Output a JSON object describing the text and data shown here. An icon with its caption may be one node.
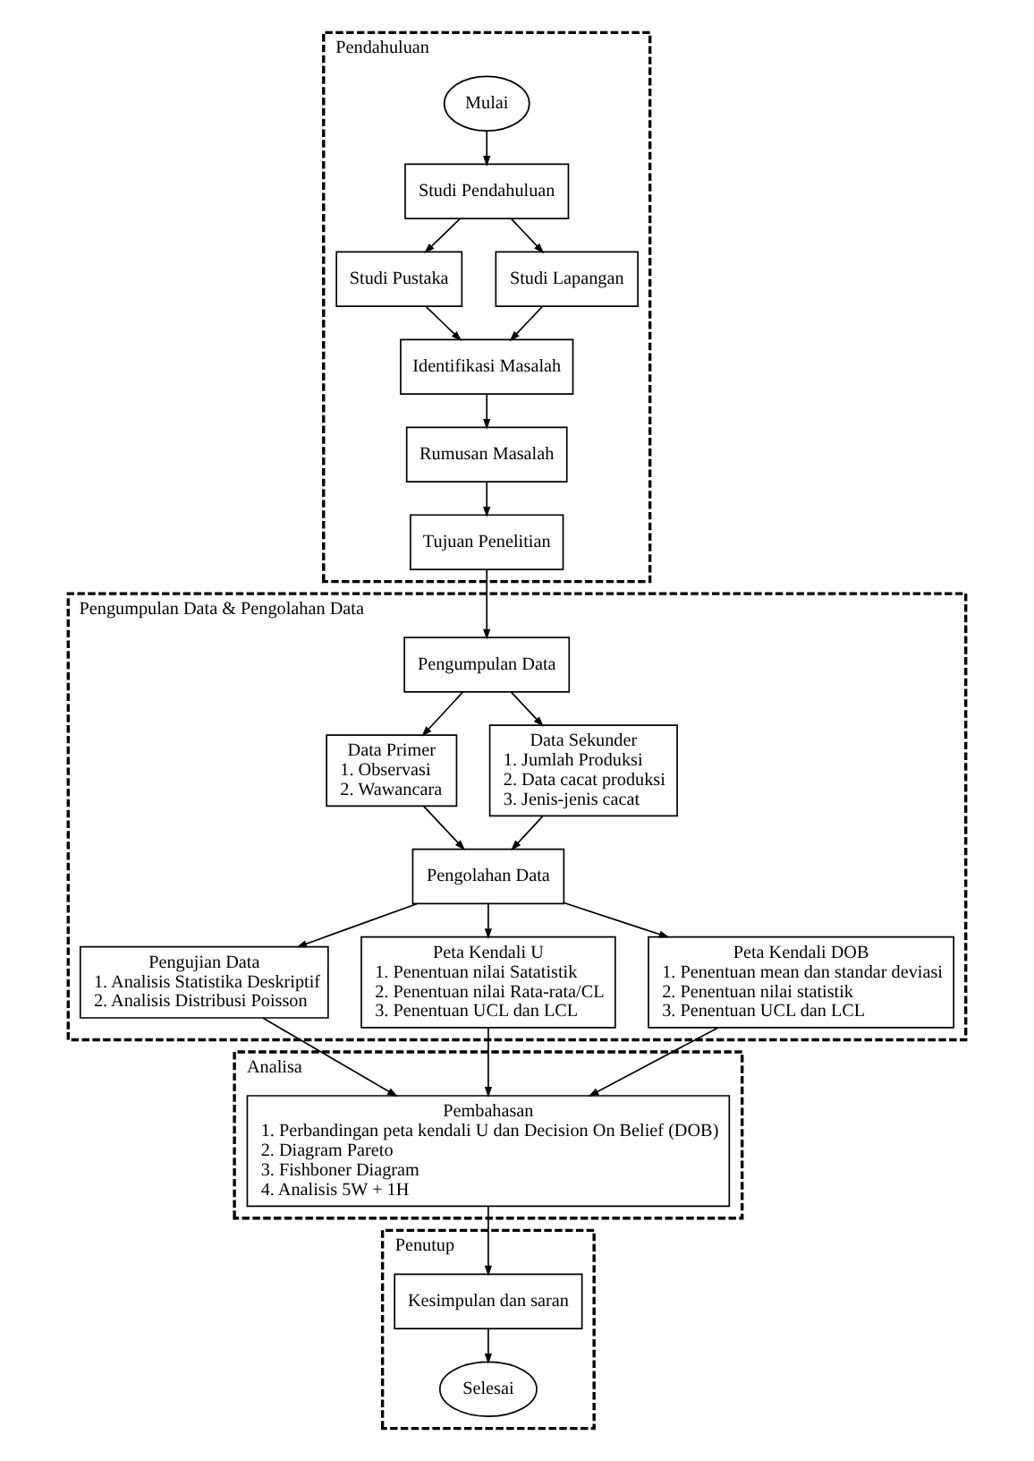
{
  "diagram": {
    "nodes": [
      {
        "text": [
          "Pendahuluan"
        ]
      },
      {
        "text": [
          "Mulai"
        ],
        "in": 0
      },
      {
        "text": [
          "Studi Pendahuluan"
        ],
        "in": 0
      },
      {
        "text": [
          "Studi Pustaka"
        ],
        "in": 0
      },
      {
        "text": [
          "Studi Lapangan"
        ],
        "in": 0
      },
      {
        "text": [
          "Identifikasi Masalah"
        ],
        "in": 0
      },
      {
        "text": [
          "Rumusan Masalah"
        ],
        "in": 0
      },
      {
        "text": [
          "Tujuan Penelitian"
        ],
        "in": 0
      },
      {
        "text": [
          "Pengumpulan Data & Pengolahan Data"
        ]
      },
      {
        "text": [
          "Pengumpulan Data"
        ],
        "in": 8
      },
      {
        "text": [
          "Data Primer",
          "1. Observasi",
          "2. Wawancara"
        ],
        "in": 8
      },
      {
        "text": [
          "Data Sekunder",
          "1. Jumlah Produksi",
          "2. Data cacat produksi",
          "3. Jenis-jenis cacat"
        ],
        "in": 8
      },
      {
        "text": [
          "Pengolahan Data"
        ],
        "in": 8
      },
      {
        "text": [
          "Pengujian Data",
          "1. Analisis Statistika Deskriptif",
          "2. Analisis Distribusi Poisson"
        ],
        "in": 8
      },
      {
        "text": [
          "Peta Kendali U",
          "1. Penentuan nilai Satatistik",
          "2. Penentuan nilai Rata-rata/CL",
          "3. Penentuan UCL dan LCL"
        ],
        "in": 8
      },
      {
        "text": [
          "Peta Kendali DOB",
          "1. Penentuan mean dan standar deviasi",
          "2. Penentuan nilai statistik",
          "3. Penentuan UCL dan LCL"
        ],
        "in": 8
      },
      {
        "text": [
          "Analisa"
        ]
      },
      {
        "text": [
          "Pembahasan",
          "1. Perbandingan peta kendali U dan Decision On Belief (DOB)",
          "2. Diagram Pareto",
          "3. Fishboner Diagram",
          "4. Analisis 5W + 1H"
        ],
        "in": 16
      },
      {
        "text": [
          "Penutup"
        ]
      },
      {
        "text": [
          "Kesimpulan dan saran"
        ],
        "in": 18
      },
      {
        "text": [
          "Selesai"
        ],
        "in": 18
      }
    ],
    "edges": [
      {
        "from": 1,
        "to": 2,
        "arrow": "to"
      },
      {
        "from": 2,
        "to": 3,
        "arrow": "to"
      },
      {
        "from": 2,
        "to": 4,
        "arrow": "to"
      },
      {
        "from": 3,
        "to": 5,
        "arrow": "to"
      },
      {
        "from": 4,
        "to": 5,
        "arrow": "to"
      },
      {
        "from": 5,
        "to": 6,
        "arrow": "to"
      },
      {
        "from": 6,
        "to": 7,
        "arrow": "to"
      },
      {
        "from": 7,
        "to": 9,
        "arrow": "to"
      },
      {
        "from": 9,
        "to": 10,
        "arrow": "to"
      },
      {
        "from": 9,
        "to": 11,
        "arrow": "to"
      },
      {
        "from": 10,
        "to": 12,
        "arrow": "to"
      },
      {
        "from": 11,
        "to": 12,
        "arrow": "to"
      },
      {
        "from": 12,
        "to": 13,
        "arrow": "to"
      },
      {
        "from": 12,
        "to": 14,
        "arrow": "to"
      },
      {
        "from": 12,
        "to": 15,
        "arrow": "to"
      },
      {
        "from": 13,
        "to": 17,
        "arrow": "to"
      },
      {
        "from": 14,
        "to": 17,
        "arrow": "to"
      },
      {
        "from": 15,
        "to": 17,
        "arrow": "to"
      },
      {
        "from": 17,
        "to": 19,
        "arrow": "to"
      },
      {
        "from": 19,
        "to": 20,
        "arrow": "to"
      }
    ]
  }
}
